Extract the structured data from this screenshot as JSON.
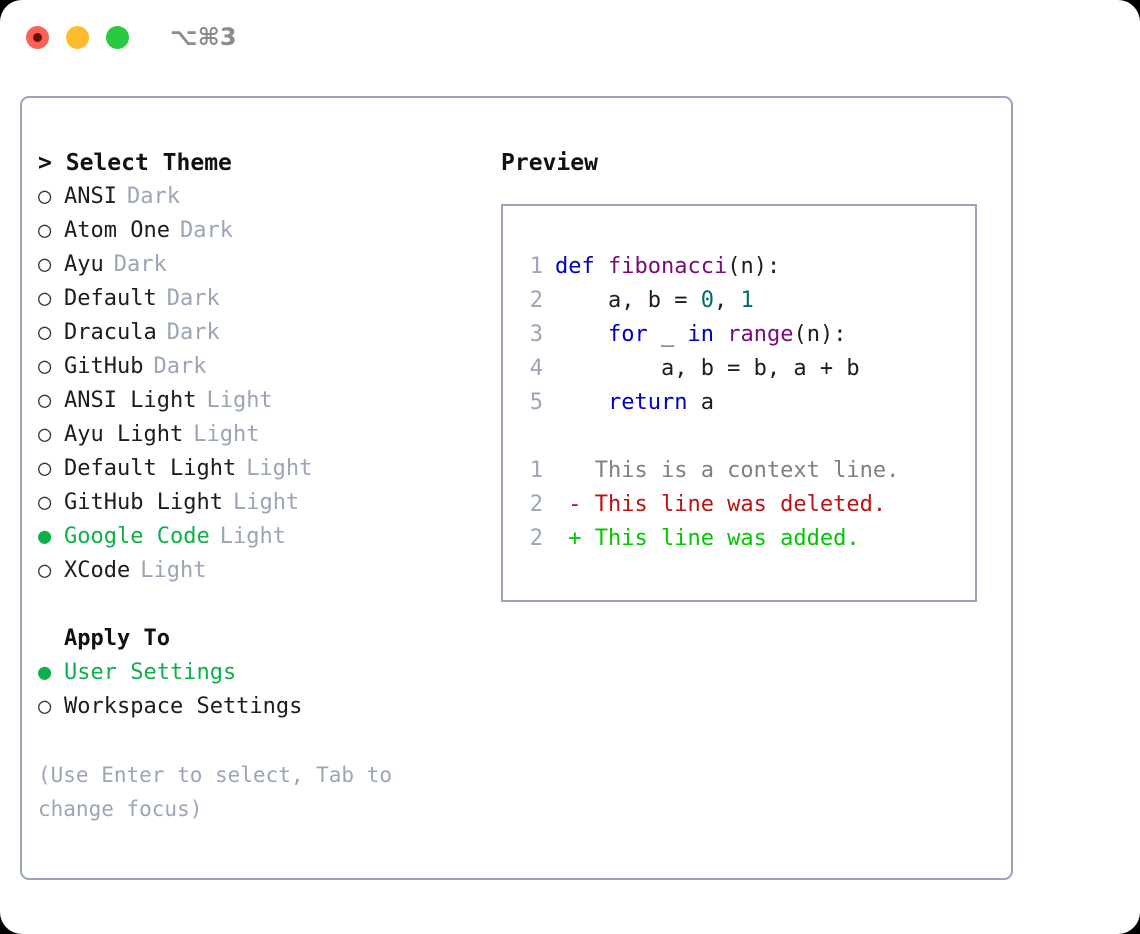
{
  "window": {
    "title_shortcut": "⌥⌘3",
    "traffic_lights": [
      {
        "name": "close-button",
        "color": "#fc6158"
      },
      {
        "name": "minimize-button",
        "color": "#fdbc2e"
      },
      {
        "name": "maximize-button",
        "color": "#28c840"
      }
    ]
  },
  "colors": {
    "accent_green": "#0db04a",
    "muted": "#9aa5b5",
    "border": "#9aa5b8",
    "keyword": "#0000bf",
    "function": "#7a0a7a",
    "number": "#006b6b",
    "diff_delete": "#b81414",
    "diff_add": "#00c800",
    "diff_context": "#808080"
  },
  "theme_picker": {
    "prompt": ">",
    "heading": "Select Theme",
    "bullet_off": "○",
    "bullet_on": "●",
    "items": [
      {
        "label": "ANSI",
        "tag": "Dark",
        "selected": false
      },
      {
        "label": "Atom One",
        "tag": "Dark",
        "selected": false
      },
      {
        "label": "Ayu",
        "tag": "Dark",
        "selected": false
      },
      {
        "label": "Default",
        "tag": "Dark",
        "selected": false
      },
      {
        "label": "Dracula",
        "tag": "Dark",
        "selected": false
      },
      {
        "label": "GitHub",
        "tag": "Dark",
        "selected": false
      },
      {
        "label": "ANSI Light",
        "tag": "Light",
        "selected": false
      },
      {
        "label": "Ayu Light",
        "tag": "Light",
        "selected": false
      },
      {
        "label": "Default Light",
        "tag": "Light",
        "selected": false
      },
      {
        "label": "GitHub Light",
        "tag": "Light",
        "selected": false
      },
      {
        "label": "Google Code",
        "tag": "Light",
        "selected": true
      },
      {
        "label": "XCode",
        "tag": "Light",
        "selected": false
      }
    ]
  },
  "apply_to": {
    "heading": "Apply To",
    "items": [
      {
        "label": "User Settings",
        "selected": true
      },
      {
        "label": "Workspace Settings",
        "selected": false
      }
    ]
  },
  "hint": "(Use Enter to select, Tab to change focus)",
  "preview": {
    "title": "Preview",
    "code_lines": [
      {
        "number": "1",
        "tokens": [
          {
            "t": "def ",
            "c": "kw"
          },
          {
            "t": "fibonacci",
            "c": "fn"
          },
          {
            "t": "(n):",
            "c": "pln"
          }
        ]
      },
      {
        "number": "2",
        "tokens": [
          {
            "t": "    a, b = ",
            "c": "pln"
          },
          {
            "t": "0",
            "c": "num"
          },
          {
            "t": ", ",
            "c": "pln"
          },
          {
            "t": "1",
            "c": "num"
          }
        ]
      },
      {
        "number": "3",
        "tokens": [
          {
            "t": "    for ",
            "c": "kw"
          },
          {
            "t": "_ ",
            "c": "pln"
          },
          {
            "t": "in ",
            "c": "kw"
          },
          {
            "t": "range",
            "c": "fn"
          },
          {
            "t": "(n):",
            "c": "pln"
          }
        ]
      },
      {
        "number": "4",
        "tokens": [
          {
            "t": "        a, b = b, a + b",
            "c": "pln"
          }
        ]
      },
      {
        "number": "5",
        "tokens": [
          {
            "t": "    return ",
            "c": "kw"
          },
          {
            "t": "a",
            "c": "pln"
          }
        ]
      }
    ],
    "diff_lines": [
      {
        "number": "1",
        "marker": " ",
        "text": "This is a context line.",
        "kind": "ctx"
      },
      {
        "number": "2",
        "marker": "-",
        "text": "This line was deleted.",
        "kind": "del"
      },
      {
        "number": "2",
        "marker": "+",
        "text": "This line was added.",
        "kind": "add"
      }
    ]
  }
}
